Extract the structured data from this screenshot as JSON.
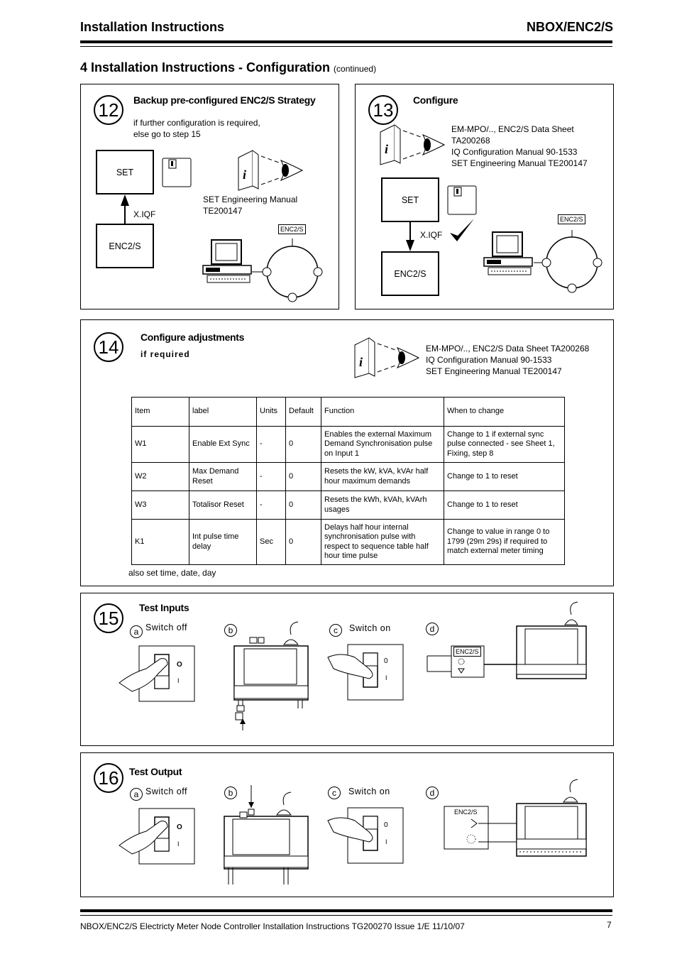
{
  "header": {
    "left_title": "Installation Instructions",
    "right_title": "NBOX/ENC2/S"
  },
  "section": {
    "title": "4 Installation Instructions - Configuration",
    "continued": "(continued)"
  },
  "step12": {
    "number": "12",
    "title": "Backup pre-configured ENC2/S Strategy",
    "text_line1": "if further configuration is required,",
    "text_line2": "else go to step 15",
    "set_label": "SET",
    "enc_label": "ENC2/S",
    "arrow_label": "X.IQF",
    "manual_line1": "SET Engineering Manual",
    "manual_line2": "TE200147",
    "device_tag": "ENC2/S"
  },
  "step13": {
    "number": "13",
    "title": "Configure",
    "refs": [
      "EM-MPO/.., ENC2/S Data Sheet",
      "TA200268",
      "IQ Configuration Manual 90-1533",
      "SET Engineering Manual TE200147"
    ],
    "set_label": "SET",
    "enc_label": "ENC2/S",
    "arrow_label": "X.IQF",
    "device_tag": "ENC2/S"
  },
  "step14": {
    "number": "14",
    "title": "Configure adjustments",
    "subtitle": "if required",
    "refs": [
      "EM-MPO/.., ENC2/S Data Sheet TA200268",
      "IQ Configuration Manual 90-1533",
      "SET Engineering Manual TE200147"
    ],
    "table_headers": [
      "Item",
      "label",
      "Units",
      "Default",
      "Function",
      "When to change"
    ],
    "table_rows": [
      [
        "W1",
        "Enable Ext Sync",
        "-",
        "0",
        "Enables the external Maximum Demand Synchronisation pulse on Input 1",
        "Change to 1 if external sync pulse connected - see Sheet 1, Fixing, step  8"
      ],
      [
        "W2",
        "Max Demand Reset",
        "-",
        "0",
        "Resets the kW, kVA, kVAr half hour maximum demands",
        "Change to 1 to reset"
      ],
      [
        "W3",
        "Totalisor Reset",
        "-",
        "0",
        "Resets the kWh, kVAh, kVArh usages",
        "Change to 1 to reset"
      ],
      [
        "K1",
        "Int pulse time delay",
        "Sec",
        "0",
        "Delays half hour internal synchronisation pulse with respect to sequence table half hour time pulse",
        "Change to value in range 0 to 1799 (29m 29s) if required to match external meter timing"
      ]
    ],
    "note": "also set time, date, day"
  },
  "step15": {
    "number": "15",
    "title": "Test Inputs",
    "letters": [
      "a",
      "b",
      "c",
      "d"
    ],
    "switch_off": "Switch  off",
    "switch_on": "Switch  on",
    "switch_o": "O",
    "switch_i": "I",
    "switch_zero": "0",
    "device_tag": "ENC2/S"
  },
  "step16": {
    "number": "16",
    "title": "Test Output",
    "letters": [
      "a",
      "b",
      "c",
      "d"
    ],
    "switch_off": "Switch  off",
    "switch_on": "Switch  on",
    "switch_o": "O",
    "switch_i": "I",
    "switch_zero": "0",
    "device_tag": "ENC2/S"
  },
  "footer": {
    "text": "NBOX/ENC2/S Electricty Meter Node Controller Installation Instructions TG200270 Issue 1/E 11/10/07",
    "page": "7"
  }
}
